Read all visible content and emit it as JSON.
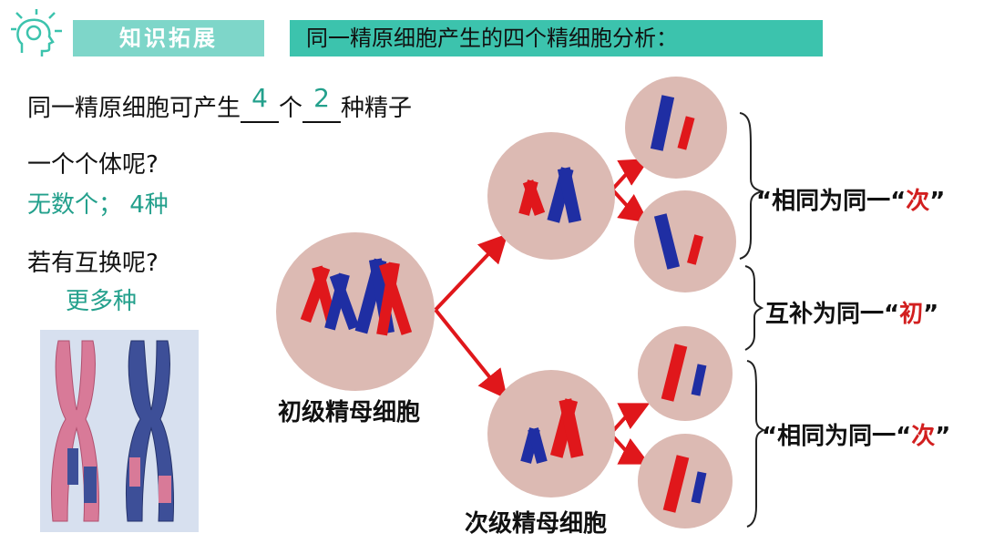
{
  "header": {
    "tag": "知识拓展",
    "title": "同一精原细胞产生的四个精细胞分析："
  },
  "left": {
    "line1_a": "同一精原细胞可产生",
    "blank1": "4",
    "line1_b": "个",
    "blank2": "2",
    "line1_c": "种精子",
    "q1": "一个个体呢?",
    "a1": "无数个； 4种",
    "q2": "若有互换呢?",
    "a2": "更多种"
  },
  "diagram": {
    "primary_label": "初级精母细胞",
    "secondary_label": "次级精母细胞",
    "note_top_a": "“相同为同一“",
    "note_top_b": "次",
    "note_top_c": "”",
    "note_mid_a": "互补为同一“",
    "note_mid_b": "初",
    "note_mid_c": "”",
    "note_bot_a": "“相同为同一“",
    "note_bot_b": "次",
    "note_bot_c": "”"
  },
  "colors": {
    "teal": "#3cc3ad",
    "cell": "#d9b8b0",
    "red": "#e0171b",
    "blue": "#1f2ea3"
  }
}
